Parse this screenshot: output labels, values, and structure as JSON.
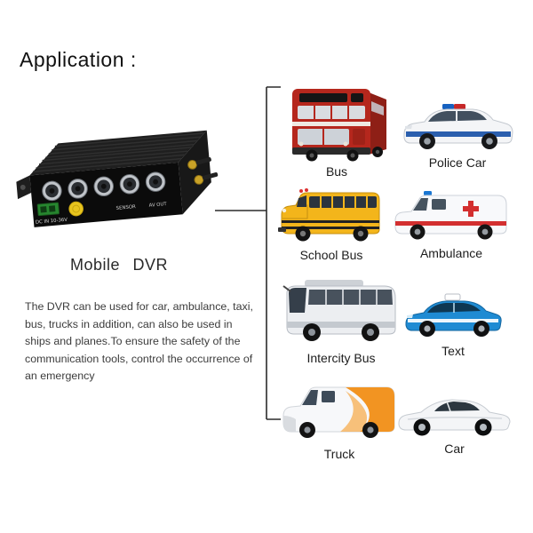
{
  "page": {
    "title": "Application :"
  },
  "device": {
    "label": "Mobile DVR",
    "port_labels": {
      "power": "DC IN 10-36V",
      "sensor": "SENSOR",
      "av_out": "AV OUT"
    }
  },
  "description": "The DVR can be used for car, ambulance, taxi, bus, trucks in addition, can also be used in ships and planes.To ensure the safety of the communication tools, control the occurrence of an emergency",
  "vehicles": [
    {
      "label": "Bus",
      "icon": "double-decker-bus"
    },
    {
      "label": "Police Car",
      "icon": "police-car"
    },
    {
      "label": "School Bus",
      "icon": "school-bus"
    },
    {
      "label": "Ambulance",
      "icon": "ambulance-van"
    },
    {
      "label": "Intercity Bus",
      "icon": "coach-bus"
    },
    {
      "label": "Text",
      "icon": "taxi-car"
    },
    {
      "label": "Truck",
      "icon": "delivery-van"
    },
    {
      "label": "Car",
      "icon": "sports-car"
    }
  ],
  "colors": {
    "bus_red": "#b5271d",
    "school_yellow": "#f3b51b",
    "taxi_blue": "#1f8bd3",
    "truck_orange": "#f29422",
    "ambulance_red": "#d32f2f",
    "line": "#2b2b2b"
  }
}
